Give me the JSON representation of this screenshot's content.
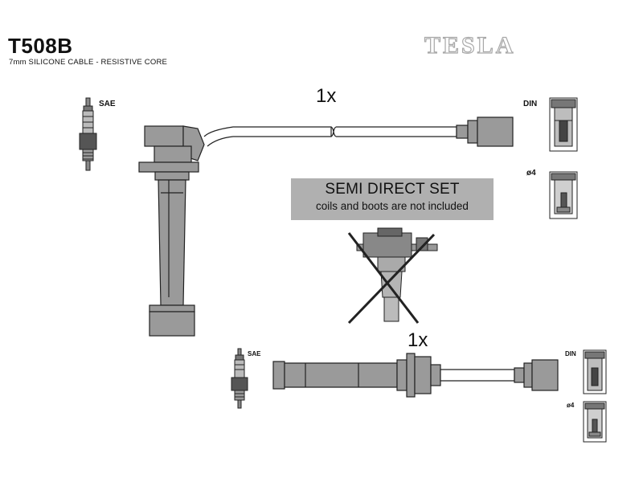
{
  "header": {
    "part_code": "T508B",
    "subtitle": "7mm SILICONE CABLE - RESISTIVE CORE",
    "brand": "TESLA"
  },
  "lead_top": {
    "quantity": "1x",
    "plug_standard": "SAE",
    "terminal_din": "DIN",
    "terminal_d4": "ø4"
  },
  "lead_bottom": {
    "quantity": "1x",
    "plug_standard": "SAE",
    "terminal_din": "DIN",
    "terminal_d4": "ø4"
  },
  "notice": {
    "title": "SEMI DIRECT SET",
    "text": "coils and boots are not included"
  },
  "colors": {
    "part_fill": "#9a9a9a",
    "part_dark": "#6e6e6e",
    "outline": "#222222",
    "notice_bg": "#b0b0b0"
  }
}
